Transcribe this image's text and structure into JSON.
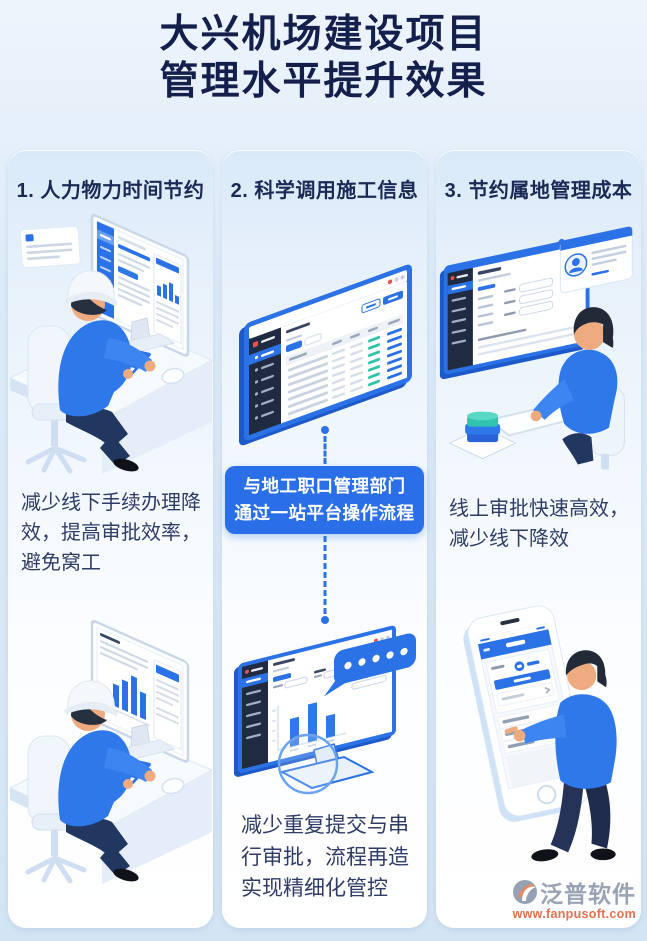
{
  "title": {
    "line1": "大兴机场建设项目",
    "line2": "管理水平提升效果"
  },
  "columns": [
    {
      "header": "1. 人力物力时间节约",
      "caption": "减少线下手续办理降效，提高审批效率，避免窝工"
    },
    {
      "header": "2. 科学调用施工信息",
      "badge": {
        "line1": "与地工职口管理部门",
        "line2": "通过一站平台操作流程"
      },
      "caption": "减少重复提交与串行审批，流程再造实现精细化管控"
    },
    {
      "header": "3. 节约属地管理成本",
      "caption": "线上审批快速高效，减少线下降效"
    }
  ],
  "logo": {
    "name": "泛普软件",
    "url": "www.fanpusoft.com",
    "icon": "fanpu-swoosh-icon"
  },
  "colors": {
    "accent_blue": "#2b72e6",
    "badge_bg": "#2b6fe8",
    "title_navy": "#141f4c",
    "body_text_navy": "#2f3c66",
    "teal_accent": "#2ec4a8",
    "alert_red": "#e85548",
    "logo_gray": "#99a3b4",
    "logo_url_orange": "#e4704d"
  }
}
